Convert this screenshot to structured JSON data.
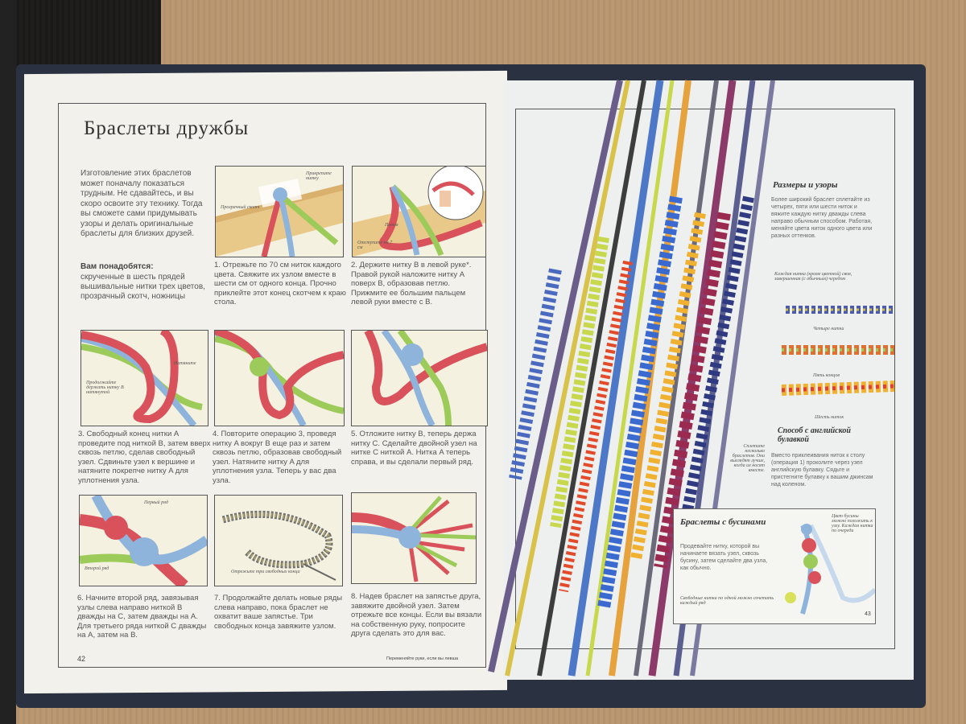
{
  "left_page": {
    "title": "Браслеты дружбы",
    "intro": "Изготовление этих браслетов может поначалу показаться трудным. Не сдавайтесь, и вы скоро освоите эту технику. Тогда вы сможете сами придумывать узоры и делать оригинальные браслеты для близких друзей.",
    "need_heading": "Вам понадобятся:",
    "need_text": "скрученные в шесть прядей вышивальные нитки трех цветов, прозрачный скотч, ножницы",
    "page_number": "42",
    "steps": [
      {
        "caption": "1. Отрежьте по 70 см ниток каждого цвета. Свяжите их узлом вместе в шести см от одного конца. Прочно приклейте этот конец скотчем к краю стола.",
        "labels": [
          "Прозрачный скотч",
          "Прикрепите нитку"
        ]
      },
      {
        "caption": "2. Держите нитку B в левой руке*. Правой рукой наложите нитку A поверх B, образовав петлю. Прижмите ее большим пальцем левой руки вместе с B.",
        "labels": [
          "Отступите на 7 см",
          "Петля"
        ]
      },
      {
        "caption": "3. Свободный конец нитки A проведите под ниткой B, затем вверх сквозь петлю, сделав свободный узел. Сдвиньте узел к вершине и натяните покрепче нитку A для уплотнения узла.",
        "labels": [
          "Натяните",
          "Продолжайте держать нитку B натянутой"
        ]
      },
      {
        "caption": "4. Повторите операцию 3, проведя нитку A вокруг B еще раз и затем сквозь петлю, образовав свободный узел. Натяните нитку A для уплотнения узла. Теперь у вас два узла.",
        "labels": []
      },
      {
        "caption": "5. Отложите нитку B, теперь держа нитку C. Сделайте двойной узел на нитке C ниткой A. Нитка A теперь справа, и вы сделали первый ряд.",
        "labels": []
      },
      {
        "caption": "6. Начните второй ряд, завязывая узлы слева направо ниткой B дважды на C, затем дважды на A. Для третьего ряда ниткой C дважды на A, затем на B.",
        "labels": [
          "Первый ряд",
          "Второй ряд"
        ]
      },
      {
        "caption": "7. Продолжайте делать новые ряды слева направо, пока браслет не охватит ваше запястье. Три свободных конца завяжите узлом.",
        "labels": [
          "Отрежьте три свободных конца"
        ]
      },
      {
        "caption": "8. Надев браслет на запястье друга, завяжите двойной узел. Затем отрежьте все концы. Если вы вязали на собственную руку, попросите друга сделать это для вас.",
        "labels": []
      }
    ],
    "footer": "Переменяйте руки, если вы левша"
  },
  "right_page": {
    "sizes_title": "Размеры и узоры",
    "sizes_text": "Более широкий браслет сплетайте из четырех, пяти или шести ниток и вяжите каждую нитку дважды слева направо обычным способом. Работая, меняйте цвета ниток одного цвета или разных оттенков.",
    "side_note": "Сплетите несколько браслетов. Они выглядят лучше, когда их носят вместе.",
    "sample_note": "Каждая нитка (кроме цветной) своя, завершенная (с обычным) чередом",
    "sample_labels": [
      "Четыре нитки",
      "Пять концов",
      "Шесть ниток"
    ],
    "english_title": "Способ с английской булавкой",
    "english_text": "Вместо приклеивания ниток к столу (операция 1) проколите через узел английскую булавку. Сядьте и пристегните булавку к вашим джинсам над коленом.",
    "beads_title": "Браслеты с бусинами",
    "beads_text": "Продевайте нитку, которой вы начинаете вязать узел, сквозь бусину, затем сделайте два узла, как обычно.",
    "beads_note_top": "Цвет бусины можно положить к узлу. Каждая нитка по очереди",
    "beads_note_bottom": "Свободные нитки по одной можно сочетать каждый ряд",
    "page_number": "43"
  },
  "colors": {
    "red": "#d9515a",
    "blue": "#8fb4dc",
    "green": "#9ccb59",
    "yellow": "#e6c94a",
    "purple": "#5b5fa8",
    "wood": "#e9c98a"
  }
}
